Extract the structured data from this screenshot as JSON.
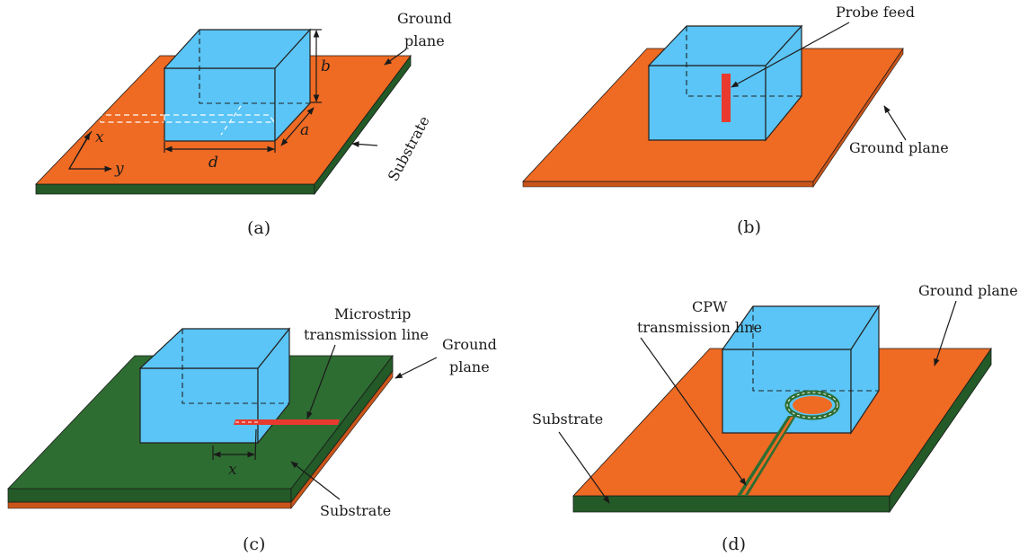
{
  "colors": {
    "ground": "#ef6a23",
    "ground_side": "#c9541a",
    "substrate": "#2e6d32",
    "substrate_side": "#235a27",
    "dielectric": "#5ac5f6",
    "feed": "#e83a2e"
  },
  "panel_a": {
    "caption": "(a)",
    "ground_label_1": "Ground",
    "ground_label_2": "plane",
    "substrate_label": "Substrate",
    "dim_b": "b",
    "dim_a": "a",
    "dim_d": "d",
    "axis_x": "x",
    "axis_y": "y"
  },
  "panel_b": {
    "caption": "(b)",
    "probe_label": "Probe feed",
    "ground_label": "Ground plane"
  },
  "panel_c": {
    "caption": "(c)",
    "line_label_1": "Microstrip",
    "line_label_2": "transmission line",
    "ground_label_1": "Ground",
    "ground_label_2": "plane",
    "substrate_label": "Substrate",
    "dim_x": "x"
  },
  "panel_d": {
    "caption": "(d)",
    "line_label_1": "CPW",
    "line_label_2": "transmission line",
    "ground_label": "Ground plane",
    "substrate_label": "Substrate"
  }
}
